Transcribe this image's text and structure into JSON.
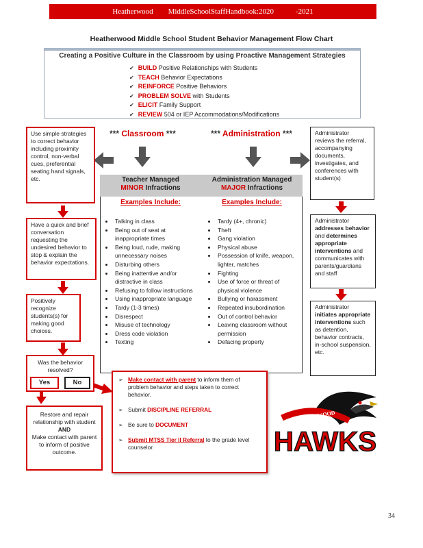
{
  "header": {
    "left": "Heatherwood",
    "middle": "MiddleSchoolStaffHandbook:2020",
    "right": "-2021"
  },
  "title": "Heatherwood Middle School Student Behavior Management Flow Chart",
  "proactive": {
    "title": "Creating a Positive Culture in the Classroom by using Proactive Management Strategies",
    "items": [
      {
        "key": "BUILD",
        "text": " Positive Relationships with Students"
      },
      {
        "key": "TEACH",
        "text": " Behavior Expectations"
      },
      {
        "key": "REINFORCE",
        "text": " Positive Behaviors"
      },
      {
        "key": "PROBLEM SOLVE",
        "text": " with Students"
      },
      {
        "key": "ELICIT",
        "text": " Family Support"
      },
      {
        "key": "REVIEW",
        "text": " 504 or IEP Accommodations/Modifications"
      }
    ]
  },
  "classroom_heading": {
    "stars_left": "***",
    "label": "Classroom",
    "stars_right": "***"
  },
  "admin_heading": {
    "stars_left": "***",
    "label": "Administration",
    "stars_right": "***"
  },
  "left_boxes": {
    "box1": "Use simple strategies to correct behavior including proximity control, non-verbal cues, preferential seating hand signals, etc.",
    "box2": "Have a quick and brief conversation requesting the undesired behavior to stop & explain the behavior expectations.",
    "box3": "Positively recognize students(s) for making good choices.",
    "question": "Was the behavior resolved?",
    "yes": "Yes",
    "no": "No",
    "restore": {
      "line1": "Restore and repair relationship with student",
      "and": "AND",
      "line2": "Make contact with parent to inform of positive outcome."
    }
  },
  "teacher": {
    "line1": "Teacher Managed",
    "minor": "MINOR",
    "line2": " Infractions",
    "examples": "Examples Include:",
    "items": [
      "Talking in class",
      "Being out of seat at inappropriate times",
      "Being loud, rude, making unnecessary noises",
      "Disturbing others",
      "Being inattentive and/or distractive in class",
      "Refusing to follow instructions",
      "Using inappropriate language",
      "Tardy (1-3 times)",
      "Disrespect",
      "Misuse of technology",
      "Dress code violation",
      "Texting"
    ]
  },
  "admin": {
    "line1": "Administration Managed",
    "major": "MAJOR",
    "line2": " Infractions",
    "examples": "Examples Include:",
    "items": [
      "Tardy (4+, chronic)",
      "Theft",
      "Gang violation",
      "Physical abuse",
      "Possession of knife, weapon, lighter, matches",
      "Fighting",
      "Use of force or threat of physical violence",
      "Bullying or harassment",
      "Repeated insubordination",
      "Out of control behavior",
      "Leaving classroom without permission",
      "Defacing property"
    ]
  },
  "right_boxes": {
    "box1": "Administrator reviews the referral, accompanying documents, investigates, and conferences with student(s)",
    "box2": {
      "p1": "Administrator ",
      "b1": "addresses behavior",
      "p2": " and ",
      "b2": "determines appropriate interventions",
      "p3": " and communicates with parents/guardians and staff"
    },
    "box3": {
      "p1": "Administrator ",
      "b1": "initiates appropriate interventions",
      "p2": " such as detention, behavior contracts, in-school suspension, etc."
    }
  },
  "contact": {
    "item1": {
      "key": "Make contact with parent",
      "text": " to inform them of problem behavior and steps taken to correct behavior."
    },
    "item2": {
      "pre": "Submit ",
      "key": "DISCIPLINE REFERRAL"
    },
    "item3": {
      "pre": "Be sure to ",
      "key": "DOCUMENT"
    },
    "item4": {
      "key": "Submit MTSS Tier II Referral",
      "text": " to the grade level counselor."
    }
  },
  "logo": {
    "banner": "HEATHERWOOD",
    "text": "HAWKS"
  },
  "page_number": "34",
  "colors": {
    "accent": "#d40000",
    "arrow": "#555555",
    "header_gray": "#c9c9c9"
  }
}
